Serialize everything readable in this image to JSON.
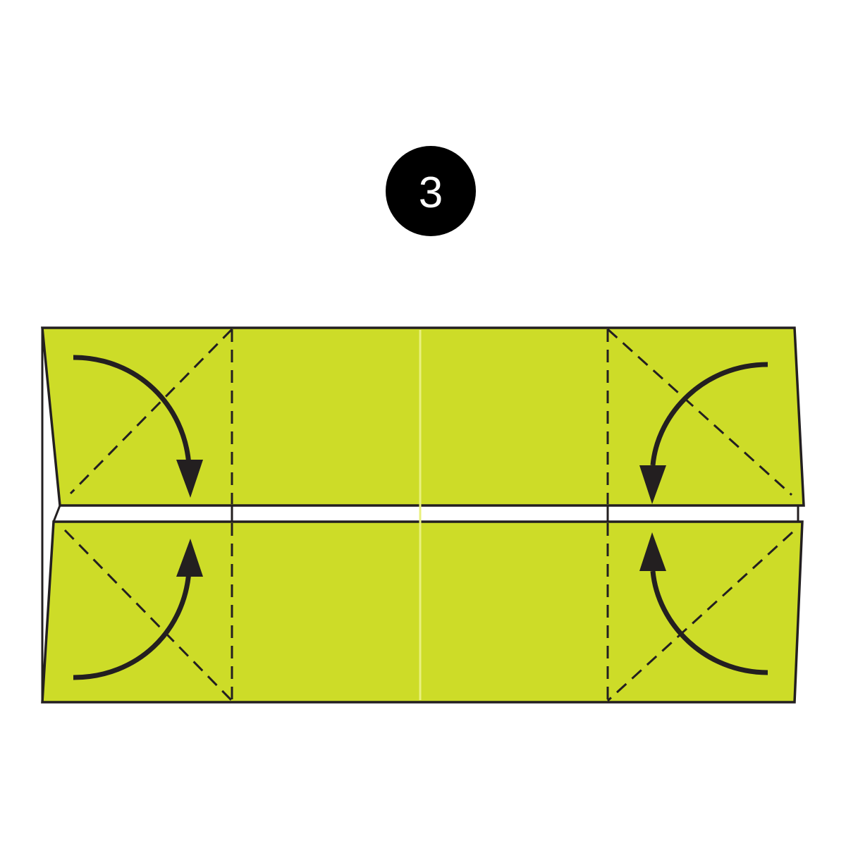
{
  "step": {
    "number": "3",
    "badge_color": "#000000",
    "number_color": "#ffffff"
  },
  "colors": {
    "paper": "#cddc28",
    "outline": "#231f20",
    "center_crease": "#e9f07e",
    "background": "#ffffff"
  },
  "icons": {
    "step_badge": "step-number-badge",
    "fold_arrow": "curved-fold-arrow",
    "valley_fold": "dashed-valley-fold-line"
  }
}
